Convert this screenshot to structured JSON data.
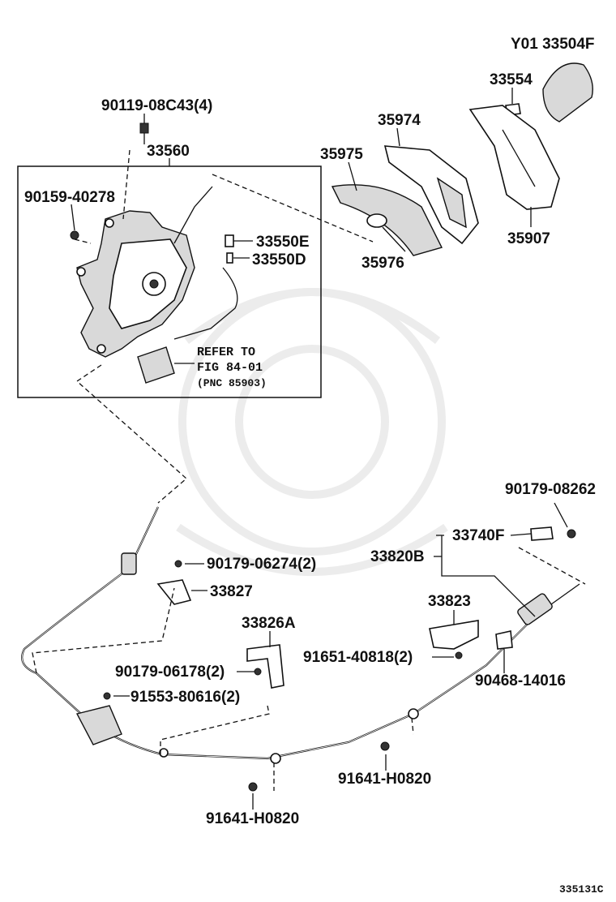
{
  "diagram_code": "335131C",
  "labels": {
    "p90119": "90119-08C43(4)",
    "p33560": "33560",
    "p90159": "90159-40278",
    "p33550E": "33550E",
    "p33550D": "33550D",
    "refer1": "REFER TO",
    "refer2": "FIG 84-01",
    "refer3": "(PNC 85903)",
    "p35975": "35975",
    "p35974": "35974",
    "p35976": "35976",
    "p33554": "33554",
    "p33504F": "Y01 33504F",
    "p35907": "35907",
    "p90179_08262": "90179-08262",
    "p33740F": "33740F",
    "p33820B": "33820B",
    "p90179_06274": "90179-06274(2)",
    "p33827": "33827",
    "p33823": "33823",
    "p33826A": "33826A",
    "p91651": "91651-40818(2)",
    "p90179_06178": "90179-06178(2)",
    "p90468": "90468-14016",
    "p91553": "91553-80616(2)",
    "p91641_a": "91641-H0820",
    "p91641_b": "91641-H0820"
  }
}
